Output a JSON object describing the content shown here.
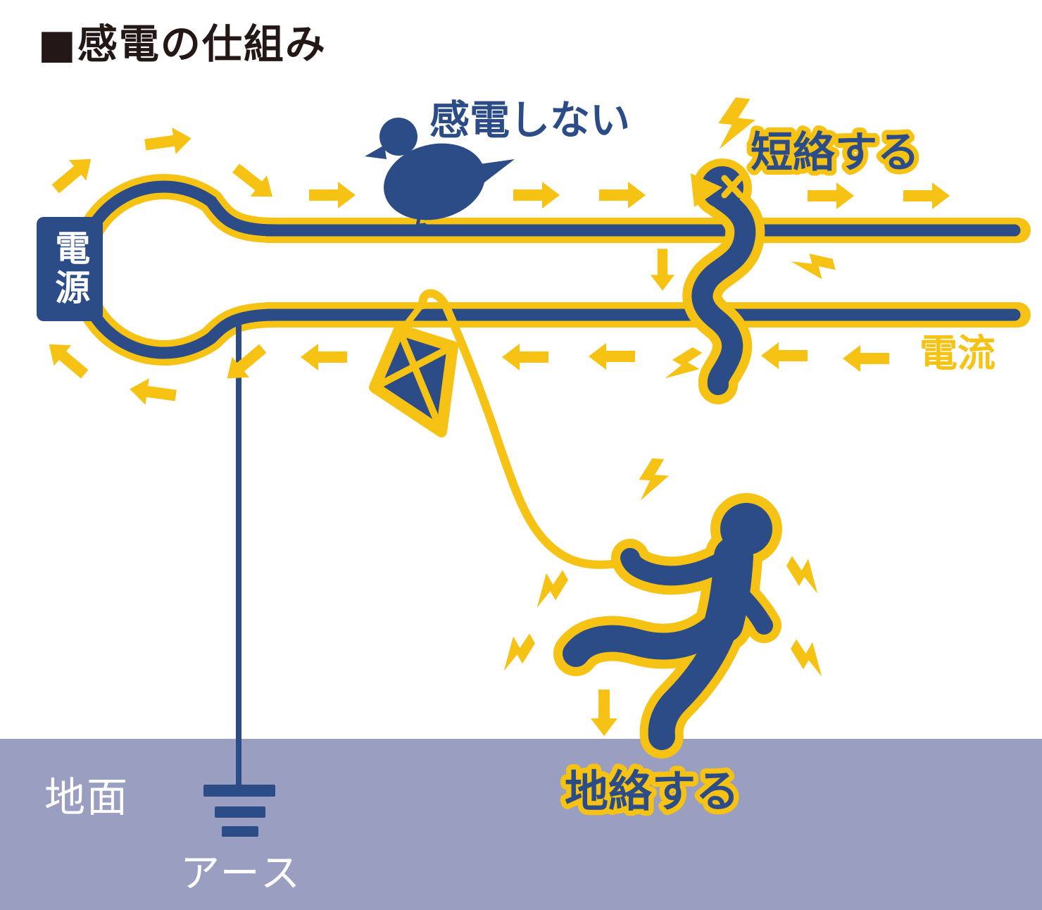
{
  "title": "■感電の仕組み",
  "colors": {
    "line_blue": "#2B4C87",
    "accent_yellow": "#F6C213",
    "ground_purple": "#9A9EC1",
    "title_dark": "#231815",
    "label_white": "#FFFFFF"
  },
  "labels": {
    "power_source": "電源",
    "no_shock": "感電しない",
    "short_circuit": "短絡する",
    "current": "電流",
    "ground_fault": "地絡する",
    "ground_surface": "地面",
    "earth": "アース"
  }
}
